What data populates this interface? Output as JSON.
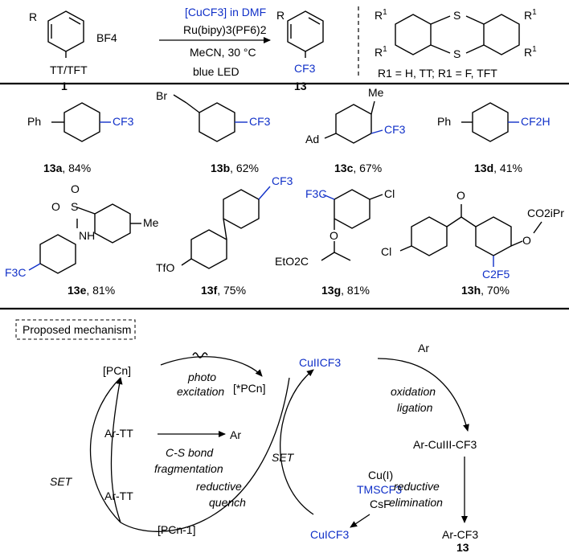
{
  "scheme": {
    "reagent_top": "[CuCF3] in DMF",
    "reagent_catalyst": "Ru(bipy)3(PF6)2",
    "conditions": "MeCN, 30 °C",
    "light": "blue LED",
    "substrate_label": "1",
    "substrate_r": "R",
    "substrate_anion": "BF4",
    "substrate_sub": "TT/TFT",
    "product_label": "13",
    "product_cf3": "CF3",
    "legend_def": "R1 = H, TT; R1 = F, TFT",
    "thianthrene_s": "S",
    "thianthrene_r": "R1"
  },
  "products": [
    {
      "id": "13a",
      "yield": ", 84%",
      "group": "CF3",
      "sub": "Ph"
    },
    {
      "id": "13b",
      "yield": ", 62%",
      "group": "CF3",
      "sub": "Br"
    },
    {
      "id": "13c",
      "yield": ", 67%",
      "group": "CF3",
      "sub": "Ad",
      "sub2": "Me"
    },
    {
      "id": "13d",
      "yield": ", 41%",
      "group": "CF2H",
      "sub": "Ph"
    },
    {
      "id": "13e",
      "yield": ", 81%",
      "group": "F3C",
      "sub": "NH",
      "sub2": "Me"
    },
    {
      "id": "13f",
      "yield": ", 75%",
      "group": "CF3",
      "sub": "TfO"
    },
    {
      "id": "13g",
      "yield": ", 81%",
      "group": "F3C",
      "sub": "Cl",
      "sub2": "EtO2C"
    },
    {
      "id": "13h",
      "yield": ", 70%",
      "group": "C2F5",
      "sub": "Cl",
      "sub2": "CO2iPr"
    }
  ],
  "mechanism": {
    "title": "Proposed mechanism",
    "pc": "[PCn]",
    "pc_excited": "[*PCn]",
    "pc_reduced": "[PCn-1]",
    "photo": "photo",
    "excitation": "excitation",
    "ar_tt_radical": "Ar-TT",
    "ar_tt_cation": "Ar-TT",
    "aryl_radical": "Ar",
    "cs_bond": "C-S bond",
    "fragmentation": "fragmentation",
    "set": "SET",
    "reductive": "reductive",
    "quench": "quench",
    "cu2": "CuIICF3",
    "oxidation": "oxidation",
    "ligation": "ligation",
    "cu3": "Ar-CuIII-CF3",
    "cui": "Cu(I)",
    "tmscf3": "TMSCF3",
    "csf": "CsF",
    "cu1": "CuICF3",
    "elimination": "elimination",
    "product": "Ar-CF3",
    "product_label": "13"
  }
}
